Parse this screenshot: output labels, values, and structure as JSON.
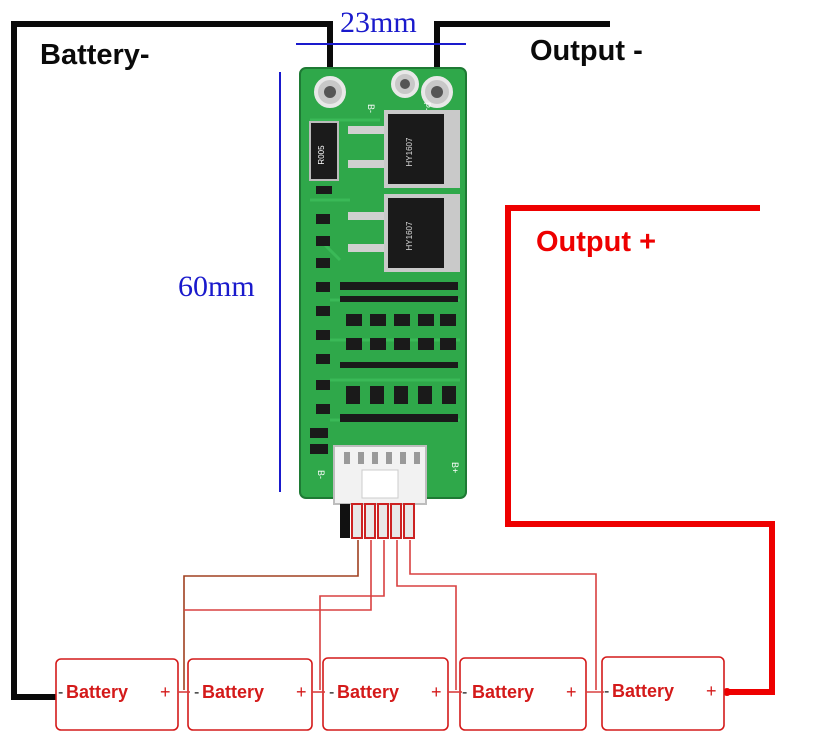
{
  "labels": {
    "battery_minus": "Battery-",
    "output_minus": "Output -",
    "output_plus": "Output +",
    "width_dim": "23mm",
    "height_dim": "60mm"
  },
  "pcb": {
    "top_left_marking": "B-",
    "top_right_marking": "P-",
    "bottom_left_marking": "B-",
    "bottom_right_marking": "B+",
    "resistor_marking": "R005",
    "mosfet_marking": "HY1607"
  },
  "batteries": [
    {
      "label": "Battery",
      "minus": "-",
      "plus": "+"
    },
    {
      "label": "Battery",
      "minus": "-",
      "plus": "+"
    },
    {
      "label": "Battery",
      "minus": "-",
      "plus": "+"
    },
    {
      "label": "Battery",
      "minus": "-",
      "plus": "+"
    },
    {
      "label": "Battery",
      "minus": "-",
      "plus": "+"
    }
  ],
  "colors": {
    "black_wire": "#0a0a0a",
    "red_wire": "#ee0000",
    "dimension_blue": "#1a1acc",
    "pcb_green": "#2fa84a",
    "battery_outline": "#d41a1a",
    "thin_wire": "#d94040"
  }
}
